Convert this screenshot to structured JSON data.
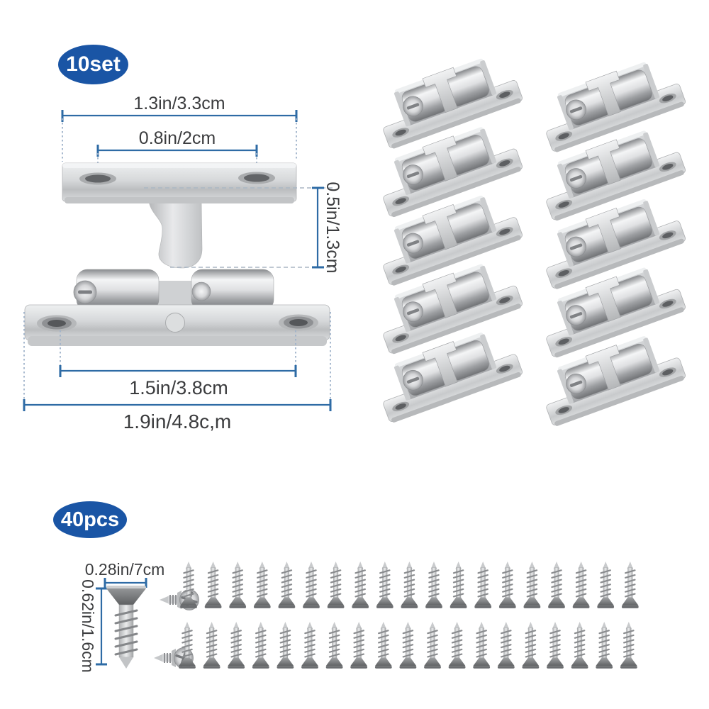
{
  "image_type": "hardware-product-listing-graphic",
  "background": "#ffffff",
  "badges": {
    "sets": {
      "label": "10set",
      "bg": "#1a55a5",
      "text_color": "#ffffff"
    },
    "pieces": {
      "label": "40pcs",
      "bg": "#1a55a5",
      "text_color": "#ffffff"
    }
  },
  "strike_plate_diagram": {
    "width_label": "1.3in/3.3cm",
    "hole_spacing_label": "0.8in/2cm",
    "height_label": "0.5in/1.3cm"
  },
  "catch_diagram": {
    "hole_spacing_label": "1.5in/3.8cm",
    "length_label": "1.9in/4.8c,m"
  },
  "screw_diagram": {
    "head_width_label": "0.28in/7cm",
    "length_label": "0.62in/1.6cm"
  },
  "latch_grid": {
    "columns": 2,
    "rows": 5,
    "item": "double-ball-catch-latch-photo"
  },
  "screw_rows": {
    "count": 2,
    "horizontal_per_row": 1,
    "vertical_per_row": 19,
    "item": "countersunk-screw-photo"
  },
  "style_colors": {
    "dimension_line": "#2e6ba5",
    "leader_line": "#9fb2ca",
    "label_text": "#3b3c3e"
  }
}
